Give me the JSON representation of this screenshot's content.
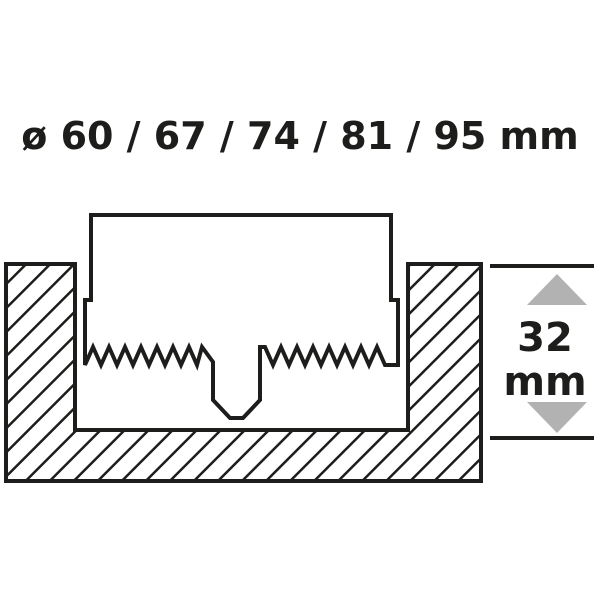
{
  "diameter_label": "ø 60 / 67 / 74 / 81 / 95 mm",
  "depth": {
    "value": "32",
    "unit": "mm"
  },
  "colors": {
    "ink": "#1d1d1b",
    "arrow": "#b2b2b2",
    "background": "#ffffff"
  }
}
